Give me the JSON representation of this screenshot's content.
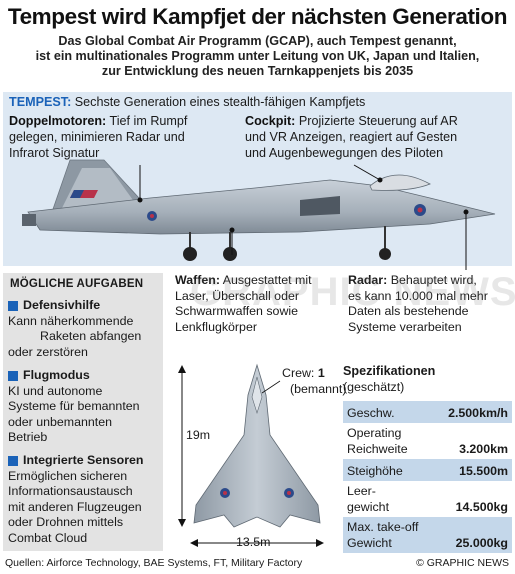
{
  "title": "Tempest wird Kampfjet der nächsten Generation",
  "subtitle": [
    "Das Global Combat Air Programm (GCAP), auch Tempest genannt,",
    "ist ein multinationales  Programm unter Leitung von UK, Japan und Italien,",
    "zur Entwicklung des neuen Tarnkappenjets bis 2035"
  ],
  "tempest": {
    "label": "TEMPEST:",
    "text": " Sechste Generation eines stealth-fähigen Kampfjets"
  },
  "callouts": {
    "engines": {
      "label": "Doppelmotoren:",
      "lines": [
        " Tief im Rumpf",
        "gelegen, minimieren Radar und",
        "Infrarot Signatur"
      ]
    },
    "cockpit": {
      "label": "Cockpit:",
      "lines": [
        " Projizierte Steuerung auf AR",
        "und VR Anzeigen, reagiert auf Gesten",
        "und Augenbewegungen des Piloten"
      ]
    },
    "weapons": {
      "label": "Waffen:",
      "lines": [
        " Ausgestattet mit",
        "Laser, Überschall oder",
        "Schwarmwaffen sowie",
        "Lenkflugkörper"
      ]
    },
    "radar": {
      "label": "Radar:",
      "lines": [
        " Behauptet wird,",
        "es kann 10.000 mal mehr",
        "Daten als bestehende",
        "Systeme verarbeiten"
      ]
    }
  },
  "tasks": {
    "heading": "MÖGLICHE AUFGABEN",
    "items": [
      {
        "title": "Defensivhilfe",
        "lines": [
          "Kann näherkommende",
          "Raketen abfangen",
          "oder zerstören"
        ]
      },
      {
        "title": "Flugmodus",
        "lines": [
          "KI und autonome",
          "Systeme für bemannten",
          "oder unbemannten",
          "Betrieb"
        ]
      },
      {
        "title": "Integrierte Sensoren",
        "lines": [
          "Ermöglichen sicheren",
          "Informationsaustausch",
          "mit anderen Flugzeugen",
          "oder Drohnen mittels",
          "Combat Cloud"
        ]
      }
    ]
  },
  "crew": {
    "label": "Crew: ",
    "value": "1",
    "note": "(bemannt)"
  },
  "dimensions": {
    "length": "19m",
    "span": "13.5m"
  },
  "specs": {
    "title": "Spezifikationen",
    "subtitle": "(geschätzt)",
    "rows": [
      {
        "label": "Geschw.",
        "value": "2.500km/h"
      },
      {
        "label": "Operating",
        "label2": "Reichweite",
        "value": "3.200km"
      },
      {
        "label": "Steighöhe",
        "value": "15.500m"
      },
      {
        "label": "Leer-",
        "label2": "gewicht",
        "value": "14.500kg"
      },
      {
        "label": "Max. take-off",
        "label2": "Gewicht",
        "value": "25.000kg"
      }
    ]
  },
  "footer": {
    "sources": "Quellen: Airforce Technology, BAE Systems, FT, Military Factory",
    "credit": "© GRAPHIC NEWS"
  },
  "watermark": "GRAPHIC NEWS",
  "colors": {
    "accent": "#1a62b8",
    "panel": "#dde8f3",
    "grey_box": "#e3e3e3",
    "spec_row": "#c4d7ea",
    "aircraft": "#a9b3bc"
  }
}
